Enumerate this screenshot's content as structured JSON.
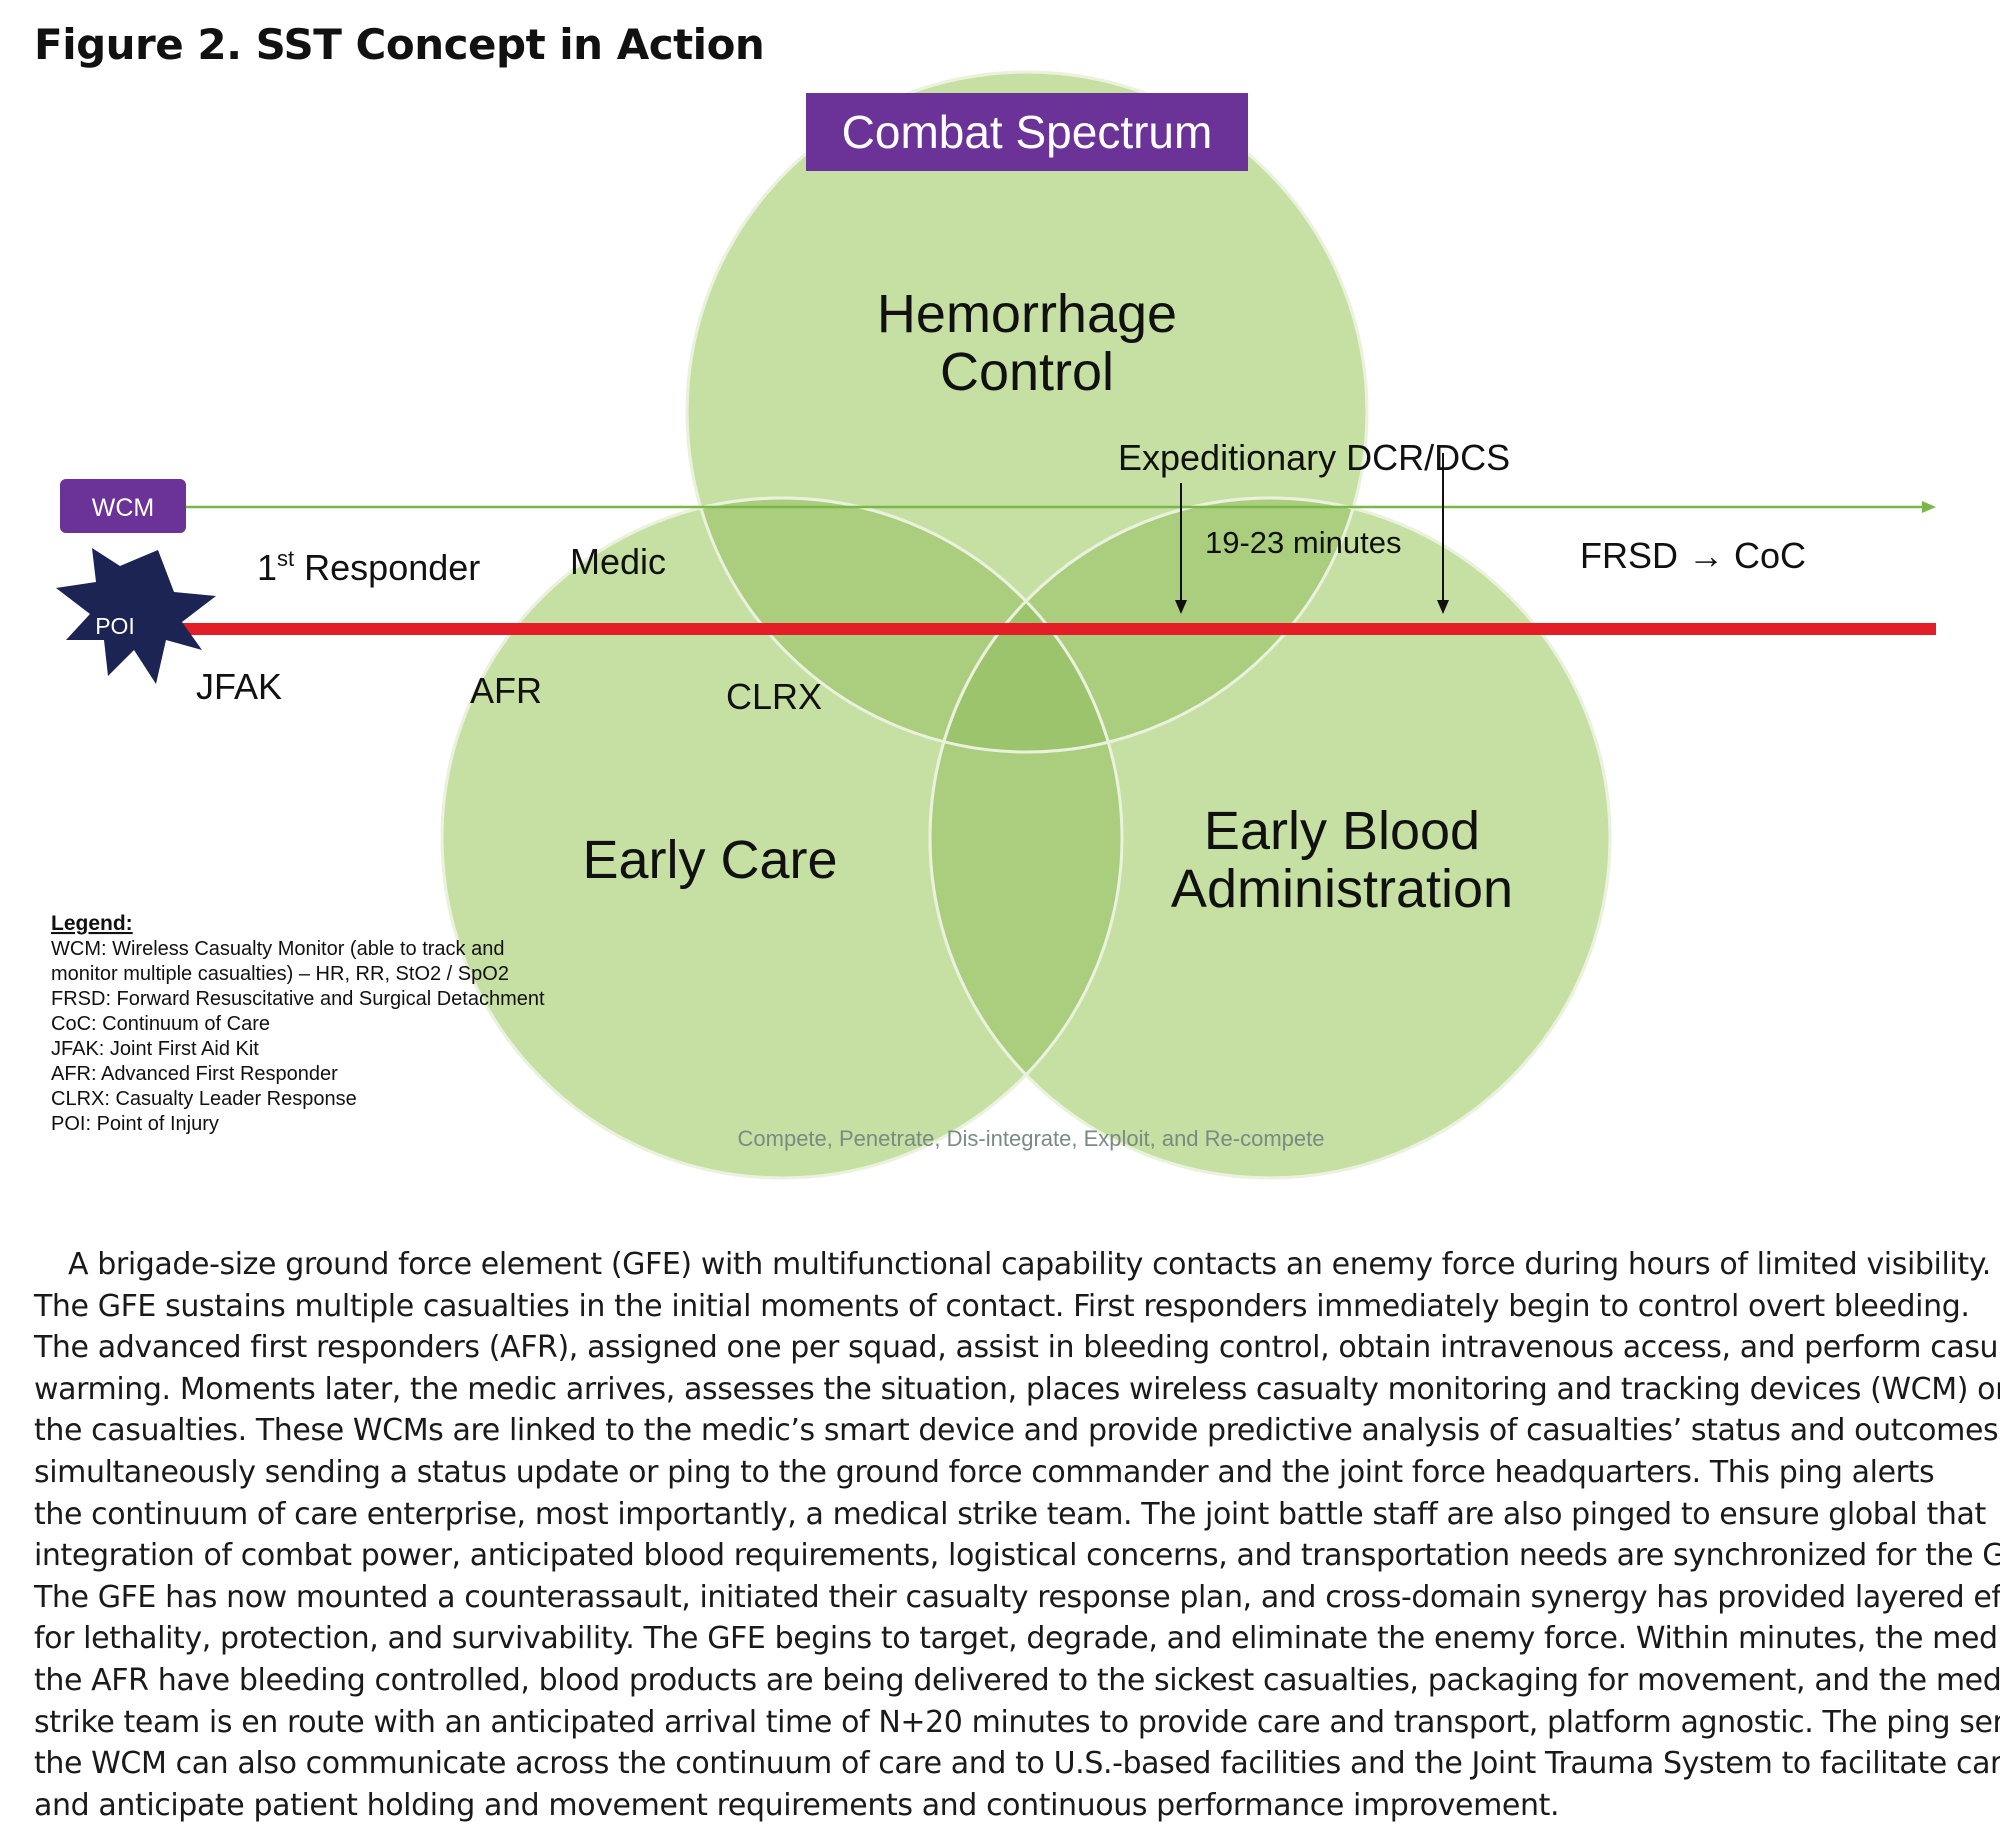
{
  "figure_title": "Figure 2. SST Concept in Action",
  "colors": {
    "circle_fill": "#b9d88f",
    "overlap_fill": "#9ccb6e",
    "purple": "#6b3297",
    "red_line": "#e41e26",
    "green_arrow": "#7ab648",
    "poi_star": "#1b2452"
  },
  "diagram": {
    "header": "Combat Spectrum",
    "circles": {
      "top_line1": "Hemorrhage",
      "top_line2": "Control",
      "left": "Early Care",
      "right_line1": "Early Blood",
      "right_line2": "Administration"
    },
    "wcm_badge": "WCM",
    "poi_label": "POI",
    "timeline": {
      "responder_main": "1",
      "responder_sup": "st",
      "responder_rest": " Responder",
      "medic": "Medic",
      "expeditionary": "Expeditionary DCR/DCS",
      "minutes": "19-23 minutes",
      "frsd": "FRSD → CoC",
      "jfak": "JFAK",
      "afr": "AFR",
      "clrx": "CLRX"
    },
    "legend": {
      "heading": "Legend:",
      "items": [
        "WCM: Wireless Casualty Monitor (able to track and",
        "monitor multiple casualties) – HR, RR, StO2 / SpO2",
        "FRSD: Forward Resuscitative and Surgical Detachment",
        "CoC: Continuum of Care",
        "JFAK: Joint First Aid Kit",
        "AFR: Advanced First Responder",
        "CLRX: Casualty Leader Response",
        "POI: Point of Injury"
      ]
    },
    "footer": "Compete, Penetrate, Dis-integrate, Exploit, and Re-compete"
  },
  "body_lines": [
    "A brigade-size ground force element (GFE) with multifunctional capability contacts an enemy force during hours of limited visibility.",
    "The GFE sustains multiple casualties in the initial moments of contact. First responders immediately begin to control overt bleeding.",
    "The advanced first responders (AFR), assigned one per squad, assist in bleeding control, obtain intravenous access, and perform casualty",
    "warming. Moments later, the medic arrives, assesses the situation, places wireless casualty monitoring and tracking devices (WCM) on",
    "the casualties. These WCMs are linked to the medic’s smart device and provide predictive analysis of casualties’ status and outcomes,",
    "simultaneously sending a status update or ping to the ground force commander and the joint force headquarters. This ping alerts",
    "the continuum of care enterprise, most importantly, a medical strike team. The joint battle staff are also pinged to ensure global that",
    "integration of combat power, anticipated blood requirements, logistical concerns, and transportation needs are synchronized for the GFE.",
    "The GFE has now mounted a counterassault, initiated their casualty response plan, and cross-domain synergy has provided layered effects",
    "for lethality, protection, and survivability. The GFE begins to target, degrade, and eliminate the enemy force. Within minutes, the medic and",
    "the AFR have bleeding controlled, blood products are being delivered to the sickest casualties, packaging for movement, and the medical",
    "strike team is en route with an anticipated arrival time of N+20 minutes to provide care and transport, platform agnostic. The ping sent via",
    "the WCM can also communicate across the continuum of care and to U.S.-based facilities and the Joint Trauma System to facilitate care",
    "and anticipate patient holding and movement requirements and continuous performance improvement."
  ]
}
